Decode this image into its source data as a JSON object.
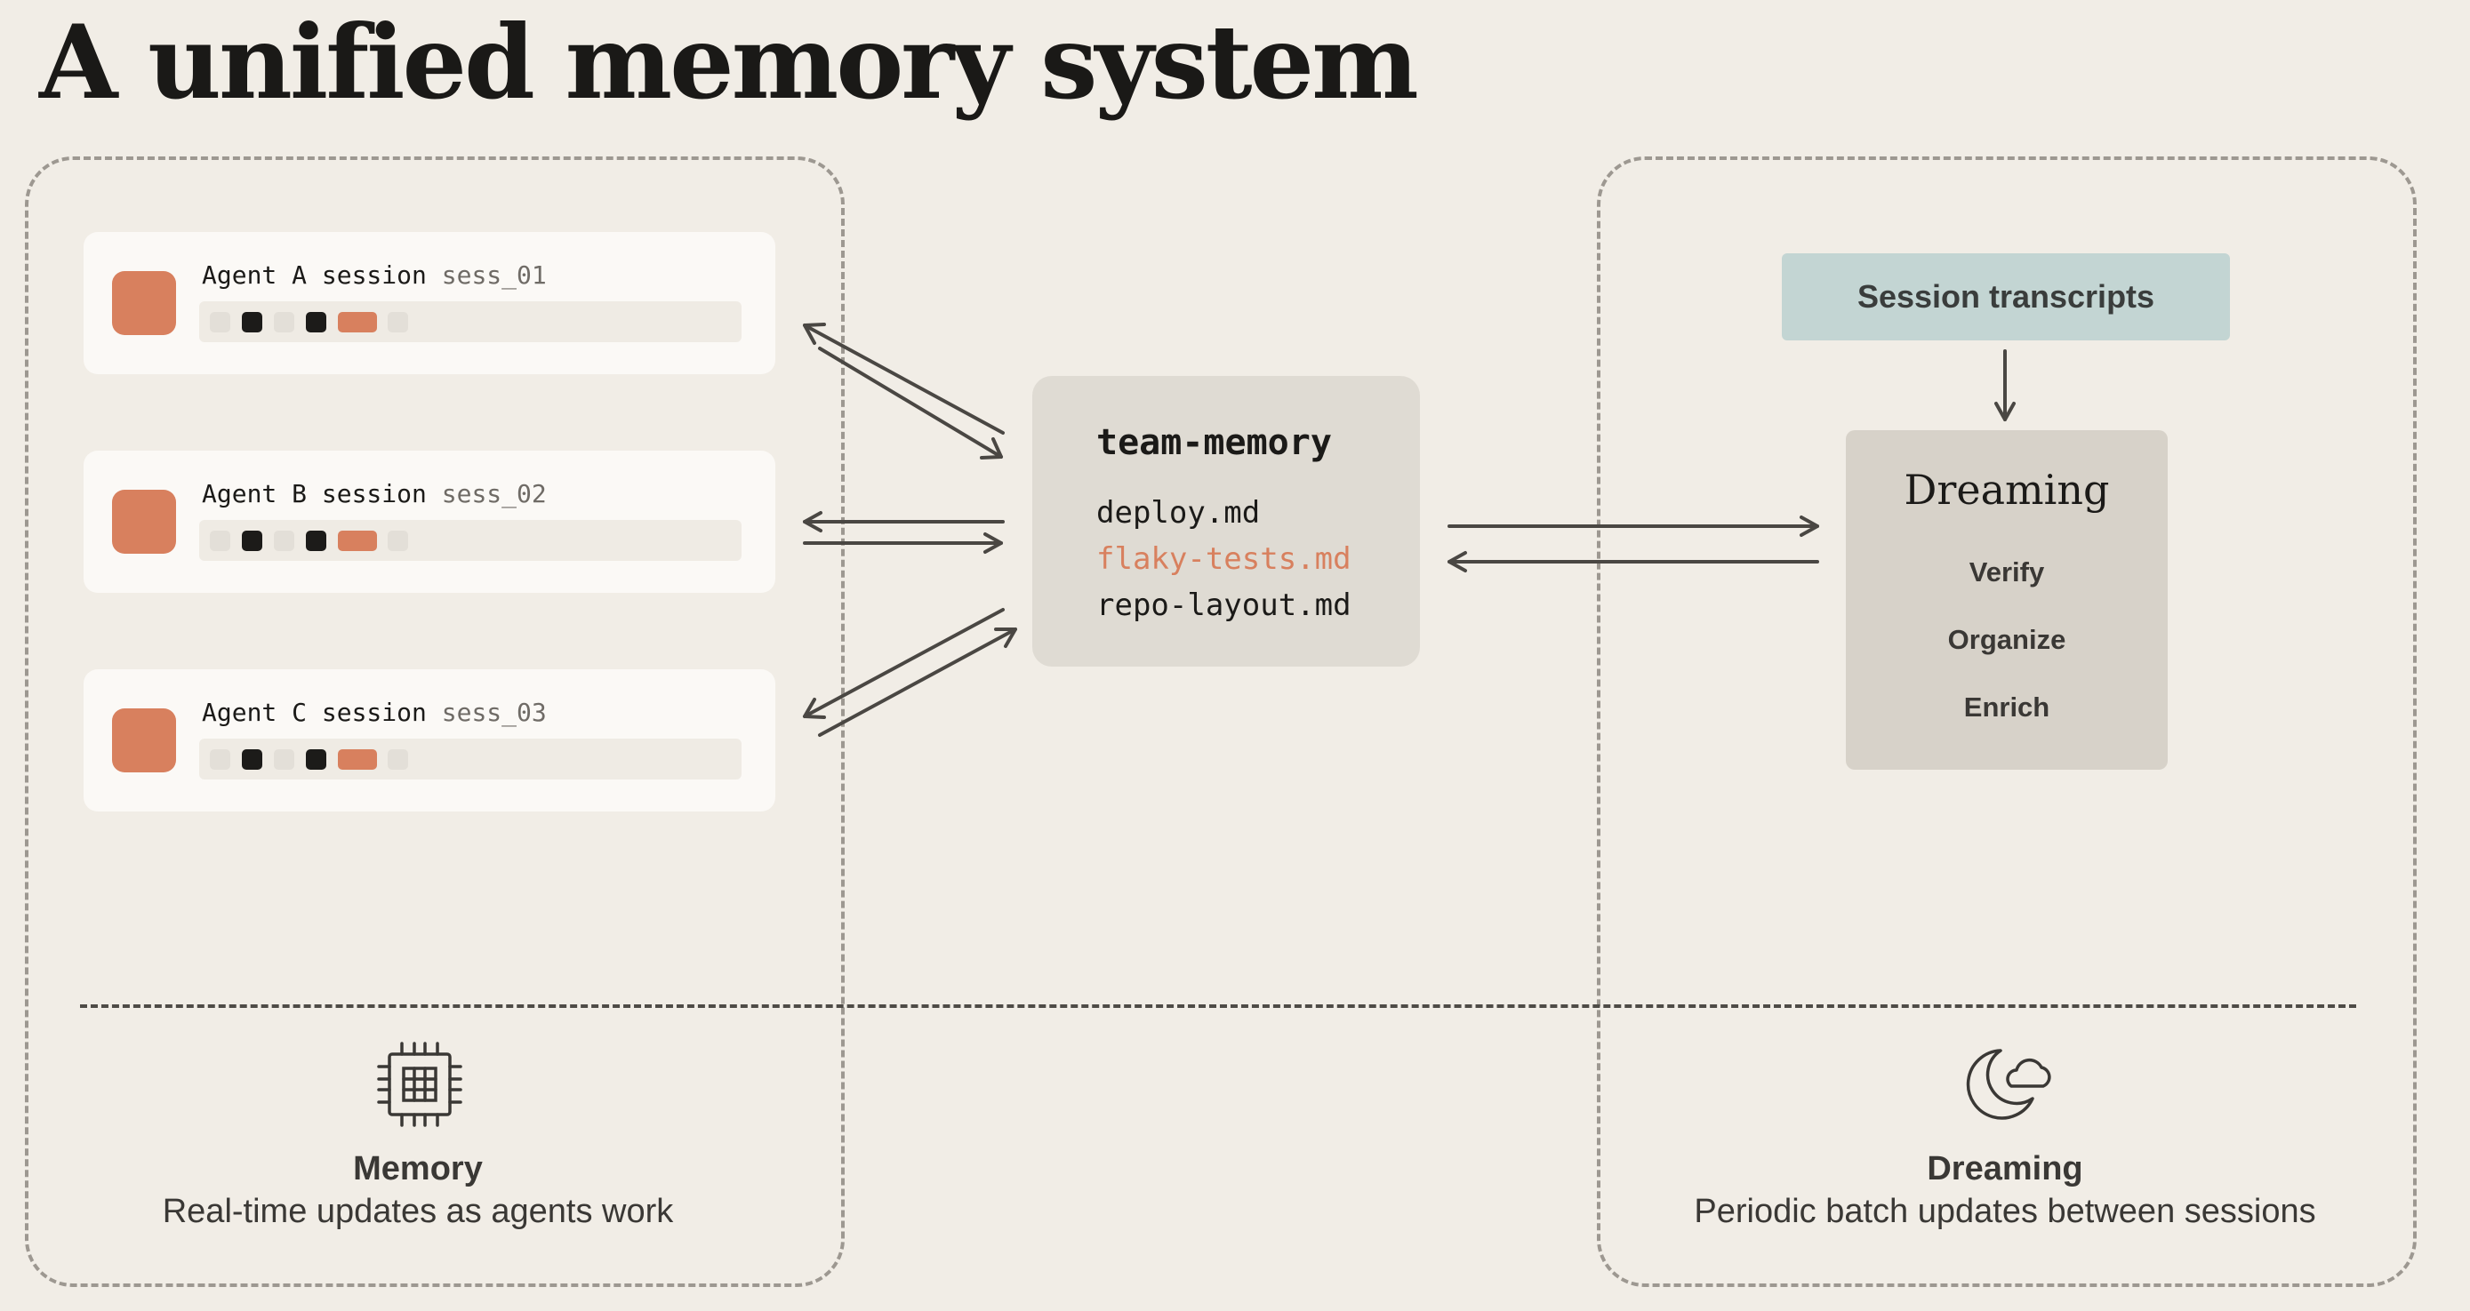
{
  "title": "A unified memory system",
  "agents": [
    {
      "label": "Agent A session",
      "session_id": "sess_01"
    },
    {
      "label": "Agent B session",
      "session_id": "sess_02"
    },
    {
      "label": "Agent C session",
      "session_id": "sess_03"
    }
  ],
  "team_memory": {
    "title": "team-memory",
    "files": [
      "deploy.md",
      "flaky-tests.md",
      "repo-layout.md"
    ],
    "highlighted_file": "flaky-tests.md"
  },
  "transcripts": {
    "label": "Session transcripts"
  },
  "dreaming": {
    "title": "Dreaming",
    "steps": [
      "Verify",
      "Organize",
      "Enrich"
    ]
  },
  "footer": {
    "memory": {
      "icon": "chip-icon",
      "title": "Memory",
      "subtitle": "Real-time updates as agents work"
    },
    "dreaming": {
      "icon": "moon-cloud-icon",
      "title": "Dreaming",
      "subtitle": "Periodic batch updates between sessions"
    }
  },
  "colors": {
    "background": "#f1ede6",
    "accent": "#d8805e",
    "transcripts": "#c3d5d3",
    "memory_box": "#dfdbd3",
    "dreaming_box": "#d7d2c9"
  }
}
